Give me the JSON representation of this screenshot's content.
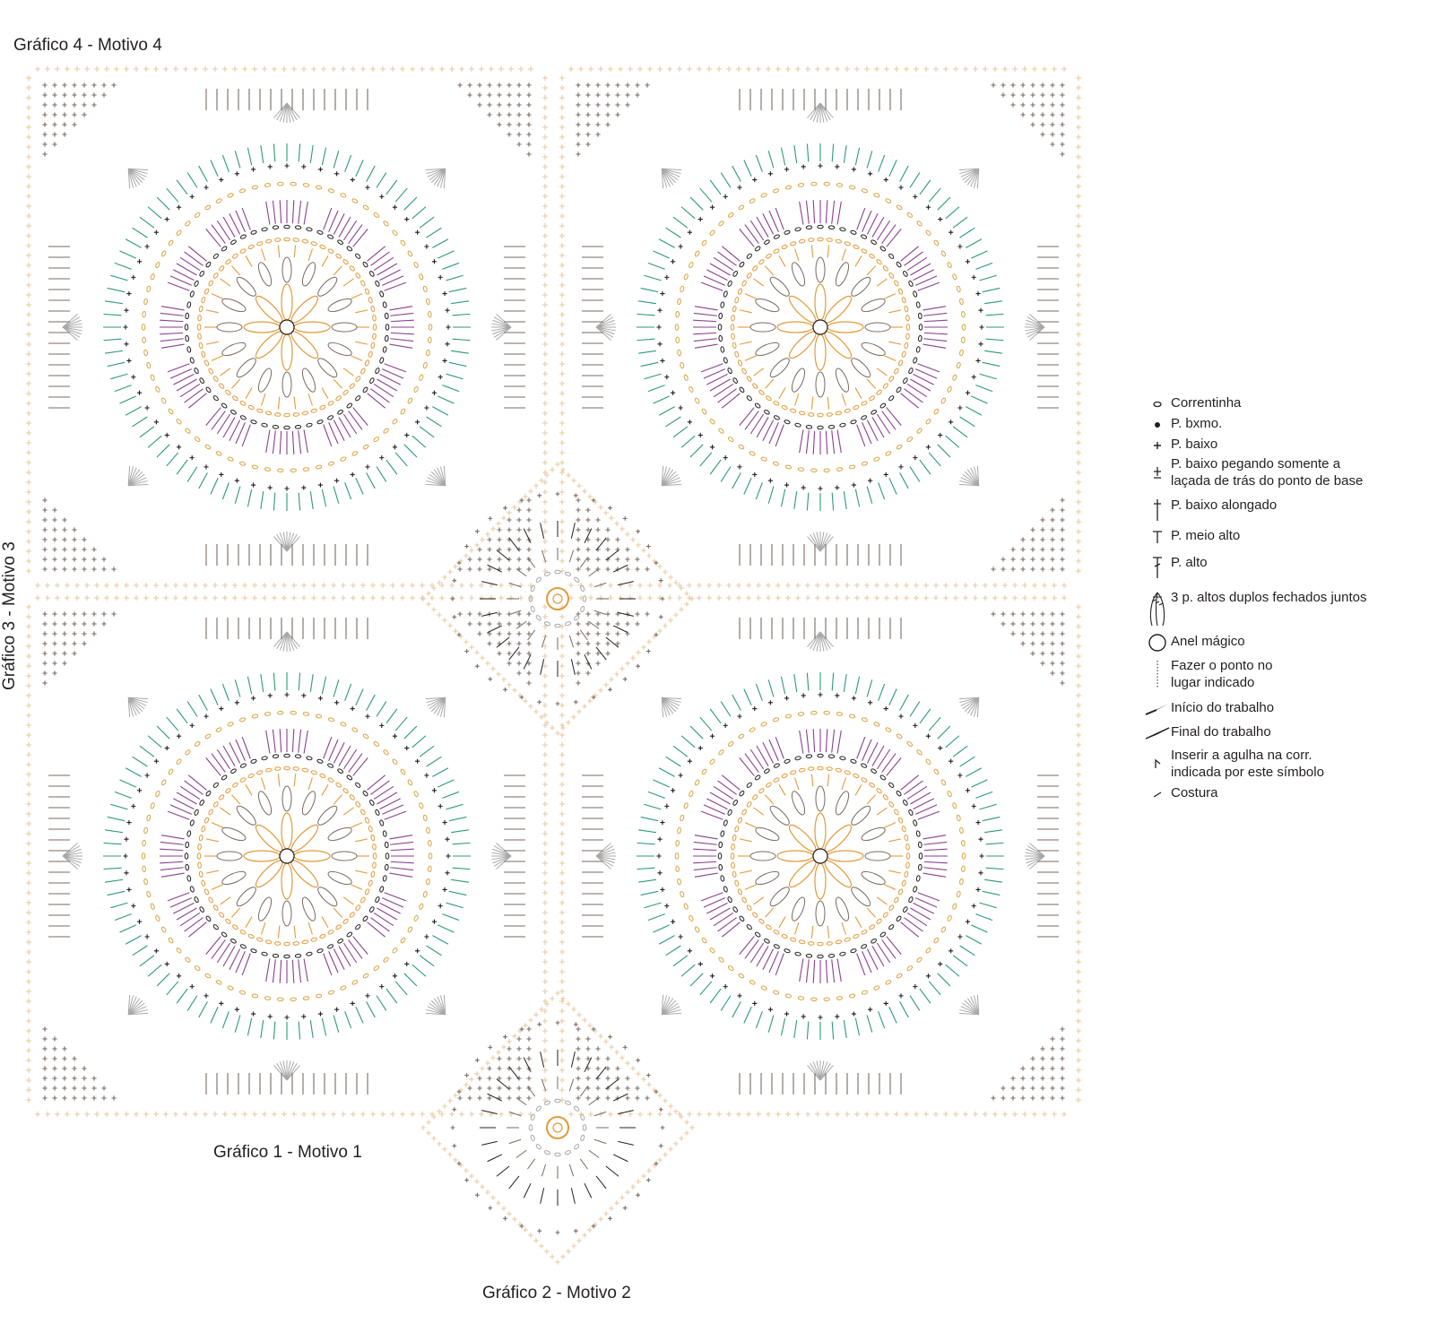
{
  "titles": {
    "chart4": "Gráfico 4 - Motivo 4",
    "chart3": "Gráfico 3 - Motivo 3",
    "chart1": "Gráfico 1 - Motivo 1",
    "chart2": "Gráfico 2 - Motivo 2"
  },
  "colors": {
    "beige": "#e9c9a0",
    "taupe": "#7a6a60",
    "grey": "#a8a8a8",
    "teal": "#2a9a78",
    "gold": "#d9a441",
    "purple": "#8a3f8f",
    "orange": "#e39a3a",
    "black": "#231f20"
  },
  "legend": [
    {
      "icon": "chain-symbol-icon",
      "label": "Correntinha"
    },
    {
      "icon": "slip-stitch-dot-icon",
      "label": "P. bxmo."
    },
    {
      "icon": "single-crochet-plus-icon",
      "label": "P. baixo"
    },
    {
      "icon": "back-loop-single-crochet-icon",
      "label": "P. baixo pegando somente a\nlaçada de trás do ponto de base"
    },
    {
      "icon": "long-single-crochet-icon",
      "label": "P. baixo alongado"
    },
    {
      "icon": "half-double-crochet-icon",
      "label": "P. meio alto"
    },
    {
      "icon": "double-crochet-icon",
      "label": "P. alto"
    },
    {
      "icon": "tr3tog-cluster-icon",
      "label": "3 p. altos duplos fechados juntos"
    },
    {
      "icon": "magic-ring-icon",
      "label": "Anel mágico"
    },
    {
      "icon": "dotted-place-icon",
      "label": "Fazer o ponto no\nlugar indicado"
    },
    {
      "icon": "start-arrow-icon",
      "label": "Início do trabalho"
    },
    {
      "icon": "end-arrow-icon",
      "label": "Final do trabalho"
    },
    {
      "icon": "insert-hook-icon",
      "label": "Inserir a agulha na corr.\nindicada por este símbolo"
    },
    {
      "icon": "seam-icon",
      "label": "Costura"
    }
  ]
}
